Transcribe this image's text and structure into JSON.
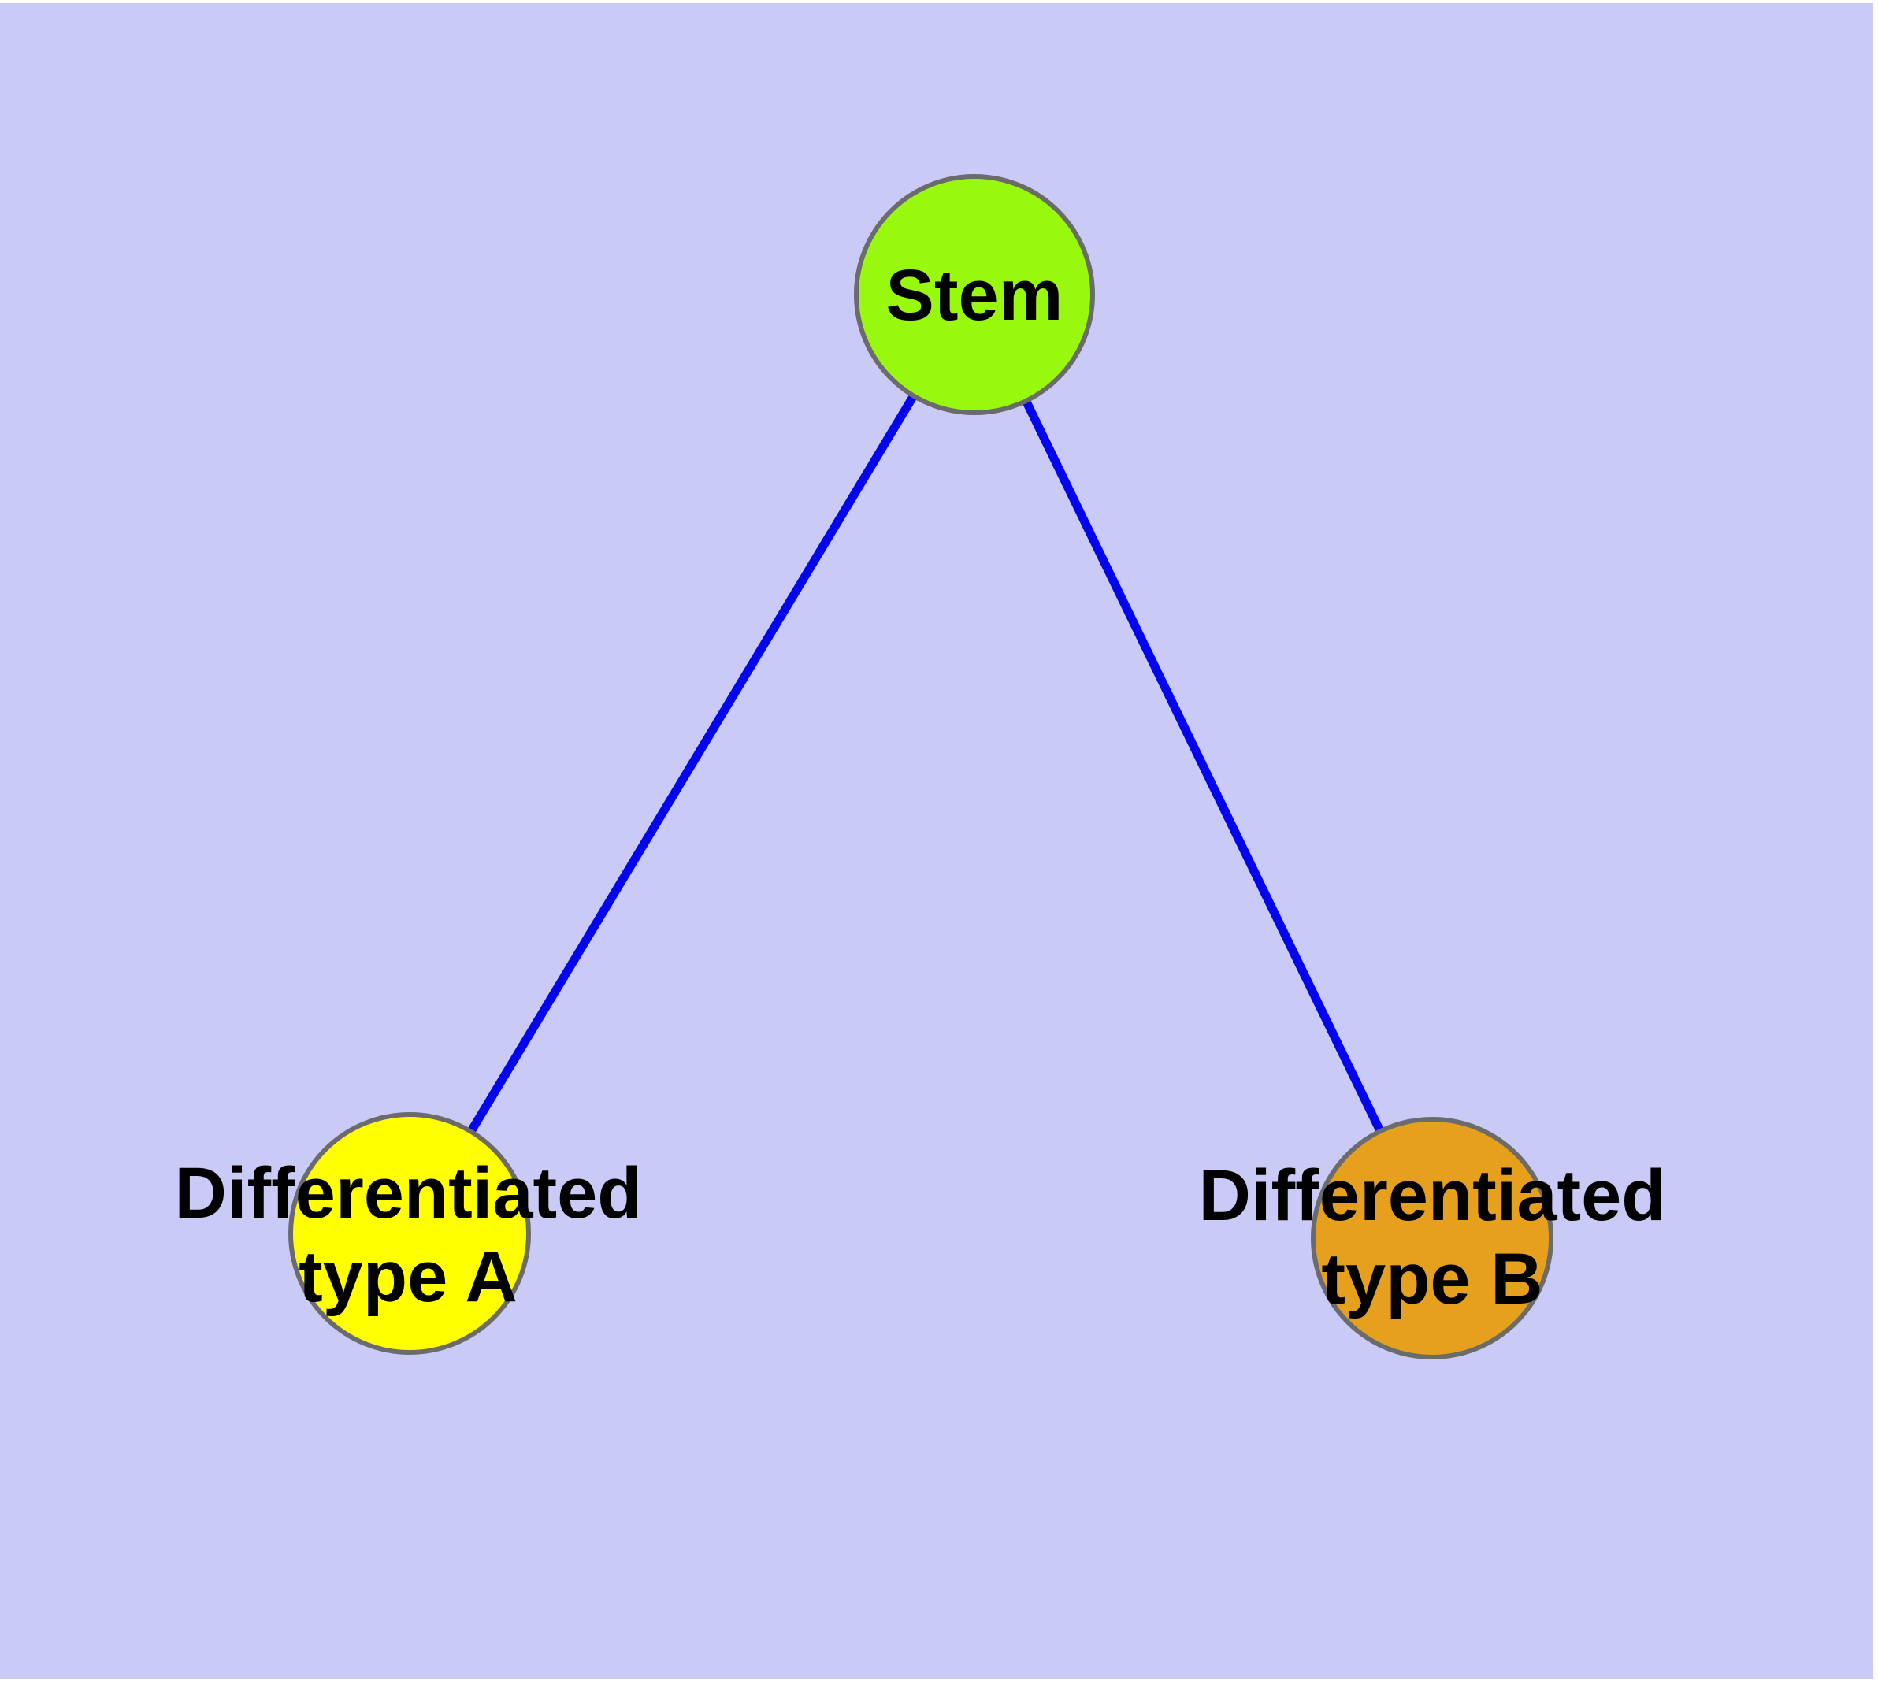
{
  "figure": {
    "background_color": "#cacaf7",
    "page_margin_color": "#ffffff",
    "text_color": "#000000",
    "node_border_color": "#6b6b6b",
    "edge_color": "#0404ee"
  },
  "graph": {
    "nodes": [
      {
        "id": "stem",
        "label": "Stem",
        "fill": "#98f90e"
      },
      {
        "id": "differentiated-type-a",
        "label": "Differentiated type A",
        "lines": [
          "Differentiated",
          "type A"
        ],
        "fill": "#ffff00"
      },
      {
        "id": "differentiated-type-b",
        "label": "Differentiated type B",
        "lines": [
          "Differentiated",
          "type B"
        ],
        "fill": "#e6a01e"
      }
    ],
    "edges": [
      {
        "from": "Stem",
        "to": "Differentiated type A",
        "color": "#0404ee"
      },
      {
        "from": "Stem",
        "to": "Differentiated type B",
        "color": "#0404ee"
      }
    ]
  }
}
